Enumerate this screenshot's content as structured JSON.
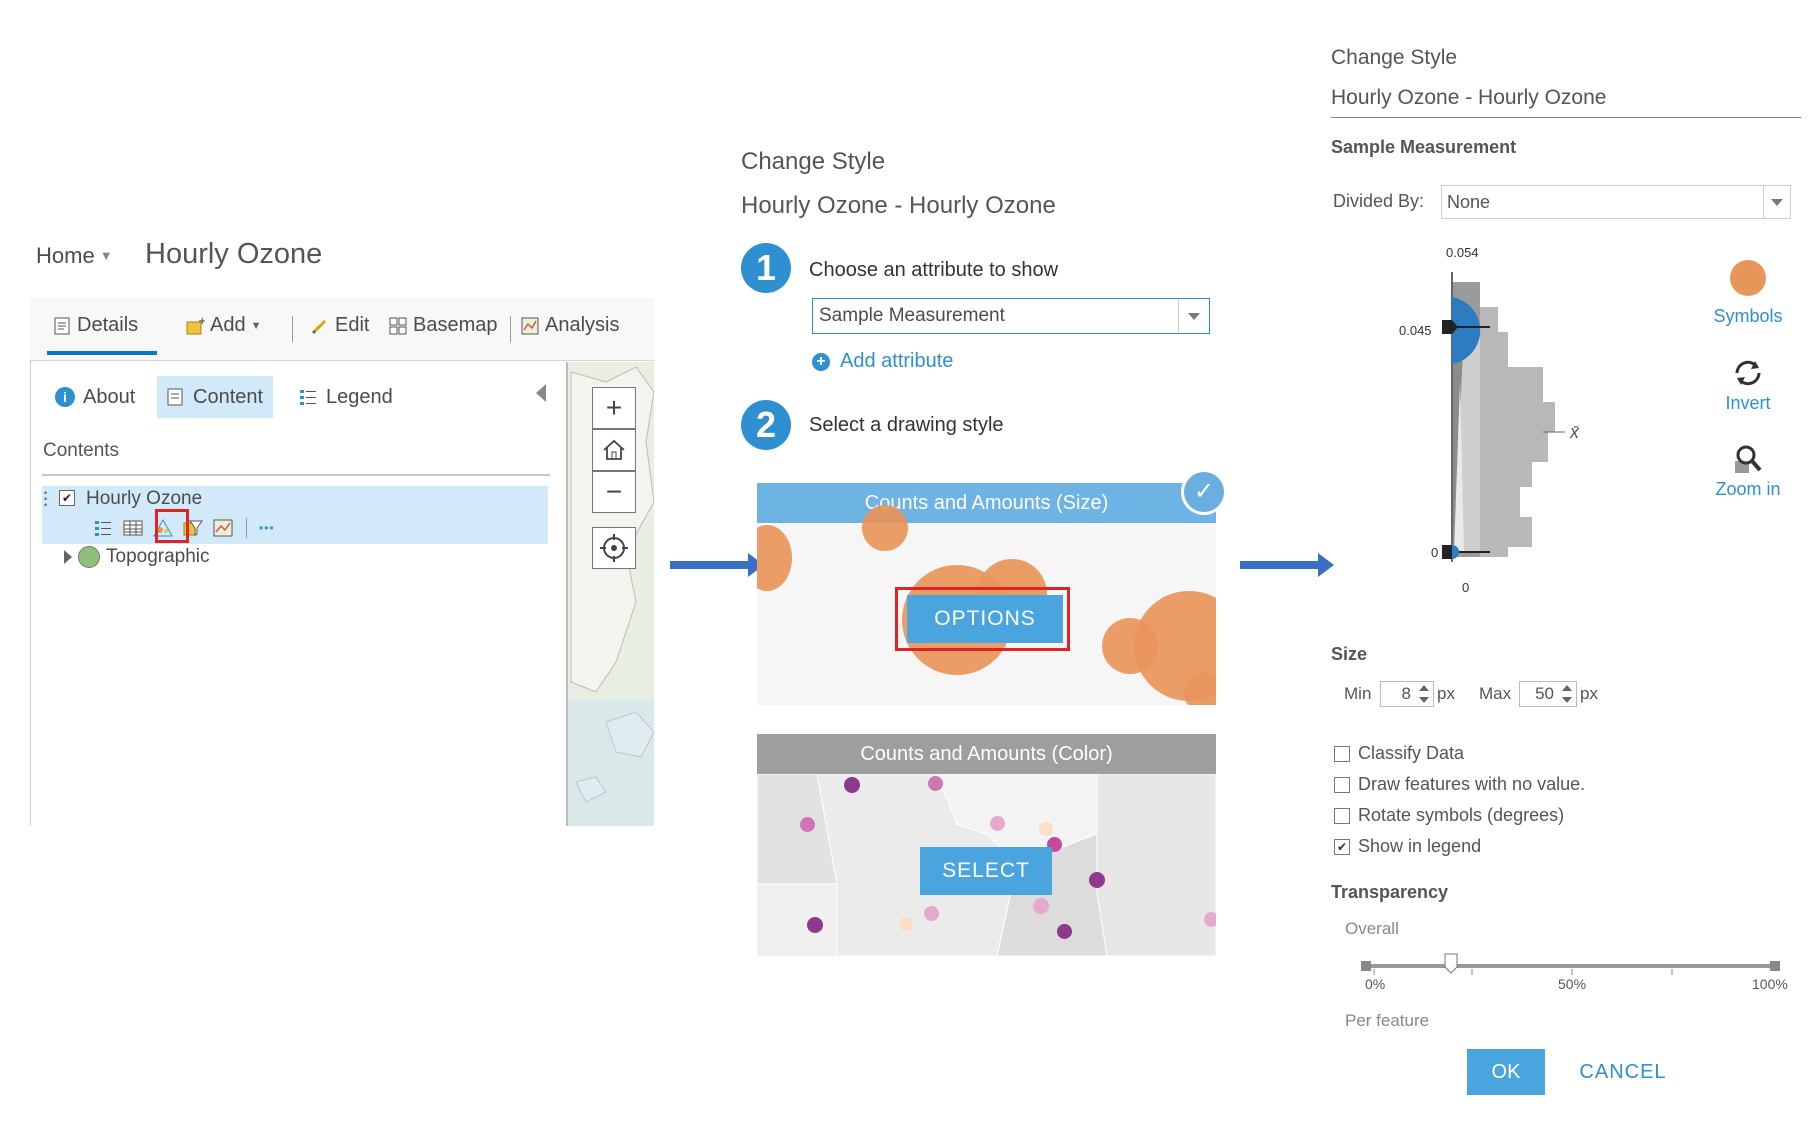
{
  "panel1": {
    "home_label": "Home",
    "map_title": "Hourly Ozone",
    "toolbar": {
      "details": "Details",
      "add": "Add",
      "edit": "Edit",
      "basemap": "Basemap",
      "analysis": "Analysis"
    },
    "subtabs": {
      "about": "About",
      "content": "Content",
      "legend": "Legend"
    },
    "contents_label": "Contents",
    "layers": [
      {
        "name": "Hourly Ozone",
        "checked": true
      },
      {
        "name": "Topographic"
      }
    ],
    "more_glyph": "•••",
    "map_controls": {
      "zoom_in": "+",
      "zoom_out": "−"
    }
  },
  "panel2": {
    "title": "Change Style",
    "subtitle": "Hourly Ozone - Hourly Ozone",
    "step1": {
      "number": "1",
      "label": "Choose an attribute to show"
    },
    "attribute_value": "Sample Measurement",
    "add_attribute": "Add attribute",
    "step2": {
      "number": "2",
      "label": "Select a drawing style"
    },
    "card_size": {
      "title": "Counts and Amounts (Size)",
      "button": "OPTIONS"
    },
    "card_color": {
      "title": "Counts and Amounts (Color)",
      "button": "SELECT"
    }
  },
  "panel3": {
    "title": "Change Style",
    "subtitle": "Hourly Ozone - Hourly Ozone",
    "section_attribute": "Sample Measurement",
    "divided_by_label": "Divided By:",
    "divided_by_value": "None",
    "histogram": {
      "top_tick": "0.054",
      "handle_top": "0.045",
      "handle_bottom": "0",
      "axis_bottom": "0",
      "mean_symbol": "x̄"
    },
    "side_buttons": {
      "symbols": "Symbols",
      "invert": "Invert",
      "zoom_in": "Zoom in"
    },
    "size_section": "Size",
    "size": {
      "min_label": "Min",
      "min_value": "8",
      "max_label": "Max",
      "max_value": "50",
      "unit": "px"
    },
    "options": [
      {
        "label": "Classify Data",
        "checked": false
      },
      {
        "label": "Draw features with no value.",
        "checked": false
      },
      {
        "label": "Rotate symbols (degrees)",
        "checked": false
      },
      {
        "label": "Show in legend",
        "checked": true
      }
    ],
    "transparency_section": "Transparency",
    "overall_label": "Overall",
    "slider": {
      "value_percent": 20,
      "ticks": [
        "0%",
        "50%",
        "100%"
      ]
    },
    "per_feature_label": "Per feature",
    "ok": "OK",
    "cancel": "CANCEL"
  },
  "colors": {
    "accent": "#2e8fd1",
    "button": "#4aa5de",
    "highlight": "#d2e9f9",
    "bubble": "#e8955a",
    "arrow": "#3a6fc4",
    "red_outline": "#e02424"
  }
}
